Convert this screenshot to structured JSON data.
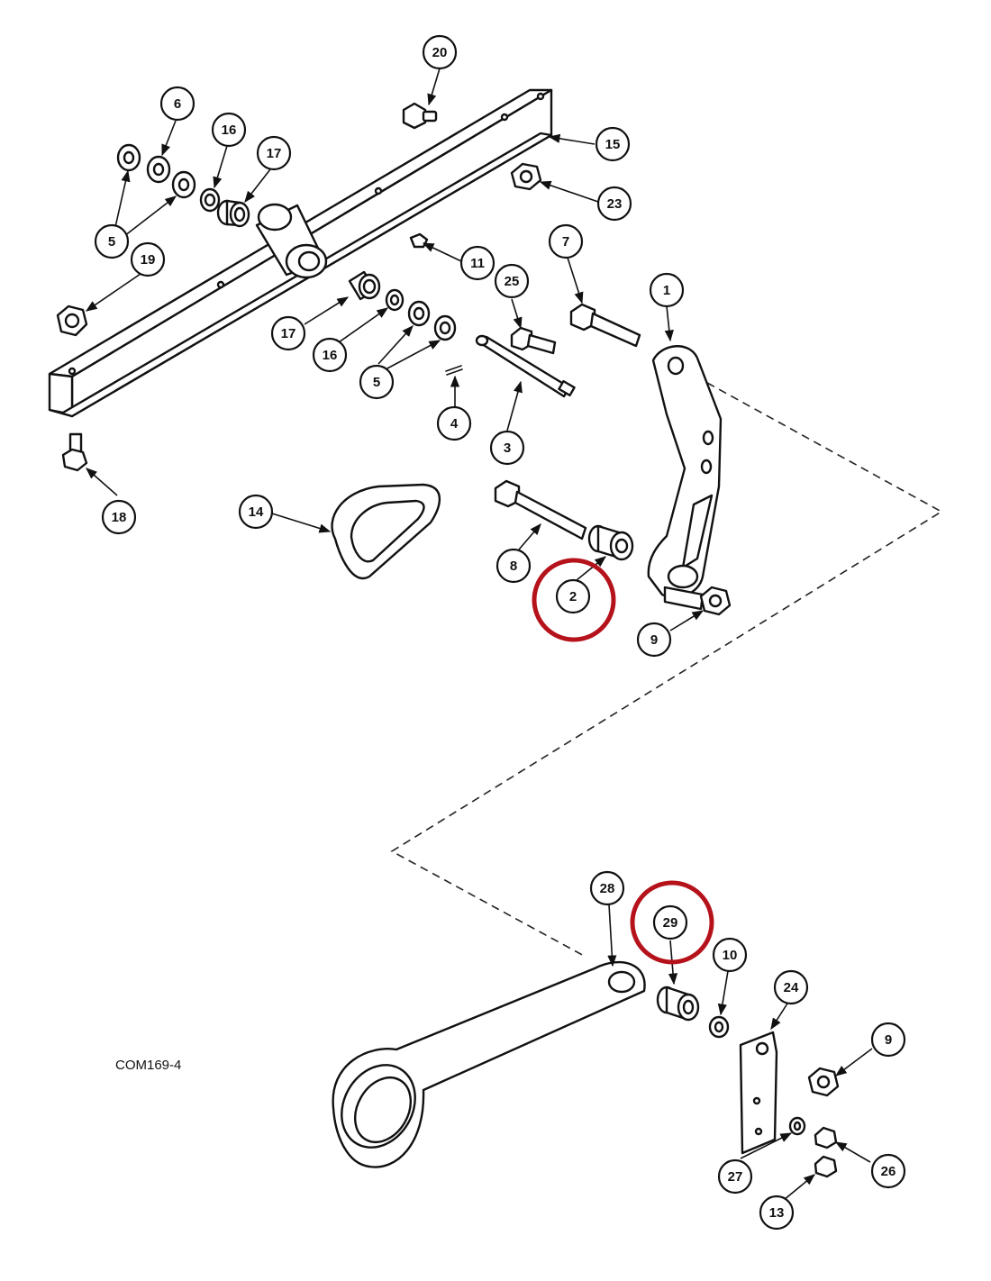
{
  "figure_code": "COM169-4",
  "highlight_color": "#b5121b",
  "callouts": {
    "c20": "20",
    "c15": "15",
    "c23": "23",
    "c6": "6",
    "c16a": "16",
    "c17a": "17",
    "c5a": "5",
    "c19": "19",
    "c11": "11",
    "c7": "7",
    "c1": "1",
    "c25": "25",
    "c17b": "17",
    "c16b": "16",
    "c5b": "5",
    "c4": "4",
    "c3": "3",
    "c18": "18",
    "c14": "14",
    "c8": "8",
    "c2": "2",
    "c9a": "9",
    "c28": "28",
    "c29": "29",
    "c10": "10",
    "c24": "24",
    "c9b": "9",
    "c27": "27",
    "c26": "26",
    "c13": "13"
  }
}
